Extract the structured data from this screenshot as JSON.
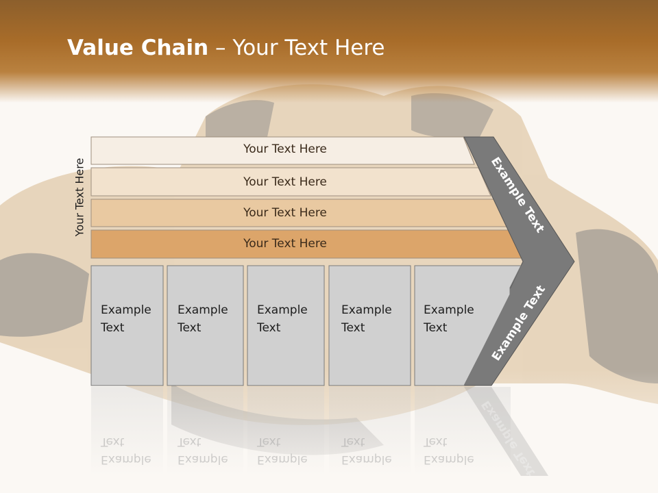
{
  "title": {
    "bold": "Value Chain",
    "rest": " – Your Text Here"
  },
  "side_label": "Your Text Here",
  "bars": [
    {
      "label": "Your Text Here",
      "color": "#f6eee4"
    },
    {
      "label": "Your Text Here",
      "color": "#f2e2cd"
    },
    {
      "label": "Your Text Here",
      "color": "#e9c9a1"
    },
    {
      "label": "Your Text Here",
      "color": "#dca56a"
    }
  ],
  "boxes": [
    {
      "line1": "Example",
      "line2": "Text"
    },
    {
      "line1": "Example",
      "line2": "Text"
    },
    {
      "line1": "Example",
      "line2": "Text"
    },
    {
      "line1": "Example",
      "line2": "Text"
    },
    {
      "line1": "Example",
      "line2": "Text"
    }
  ],
  "arrow_upper_label": "Example Text",
  "arrow_lower_label": "Example Text",
  "colors": {
    "header": "#a86c29",
    "box_fill": "#d0d0d0",
    "arrow": "#7a7a7a"
  }
}
